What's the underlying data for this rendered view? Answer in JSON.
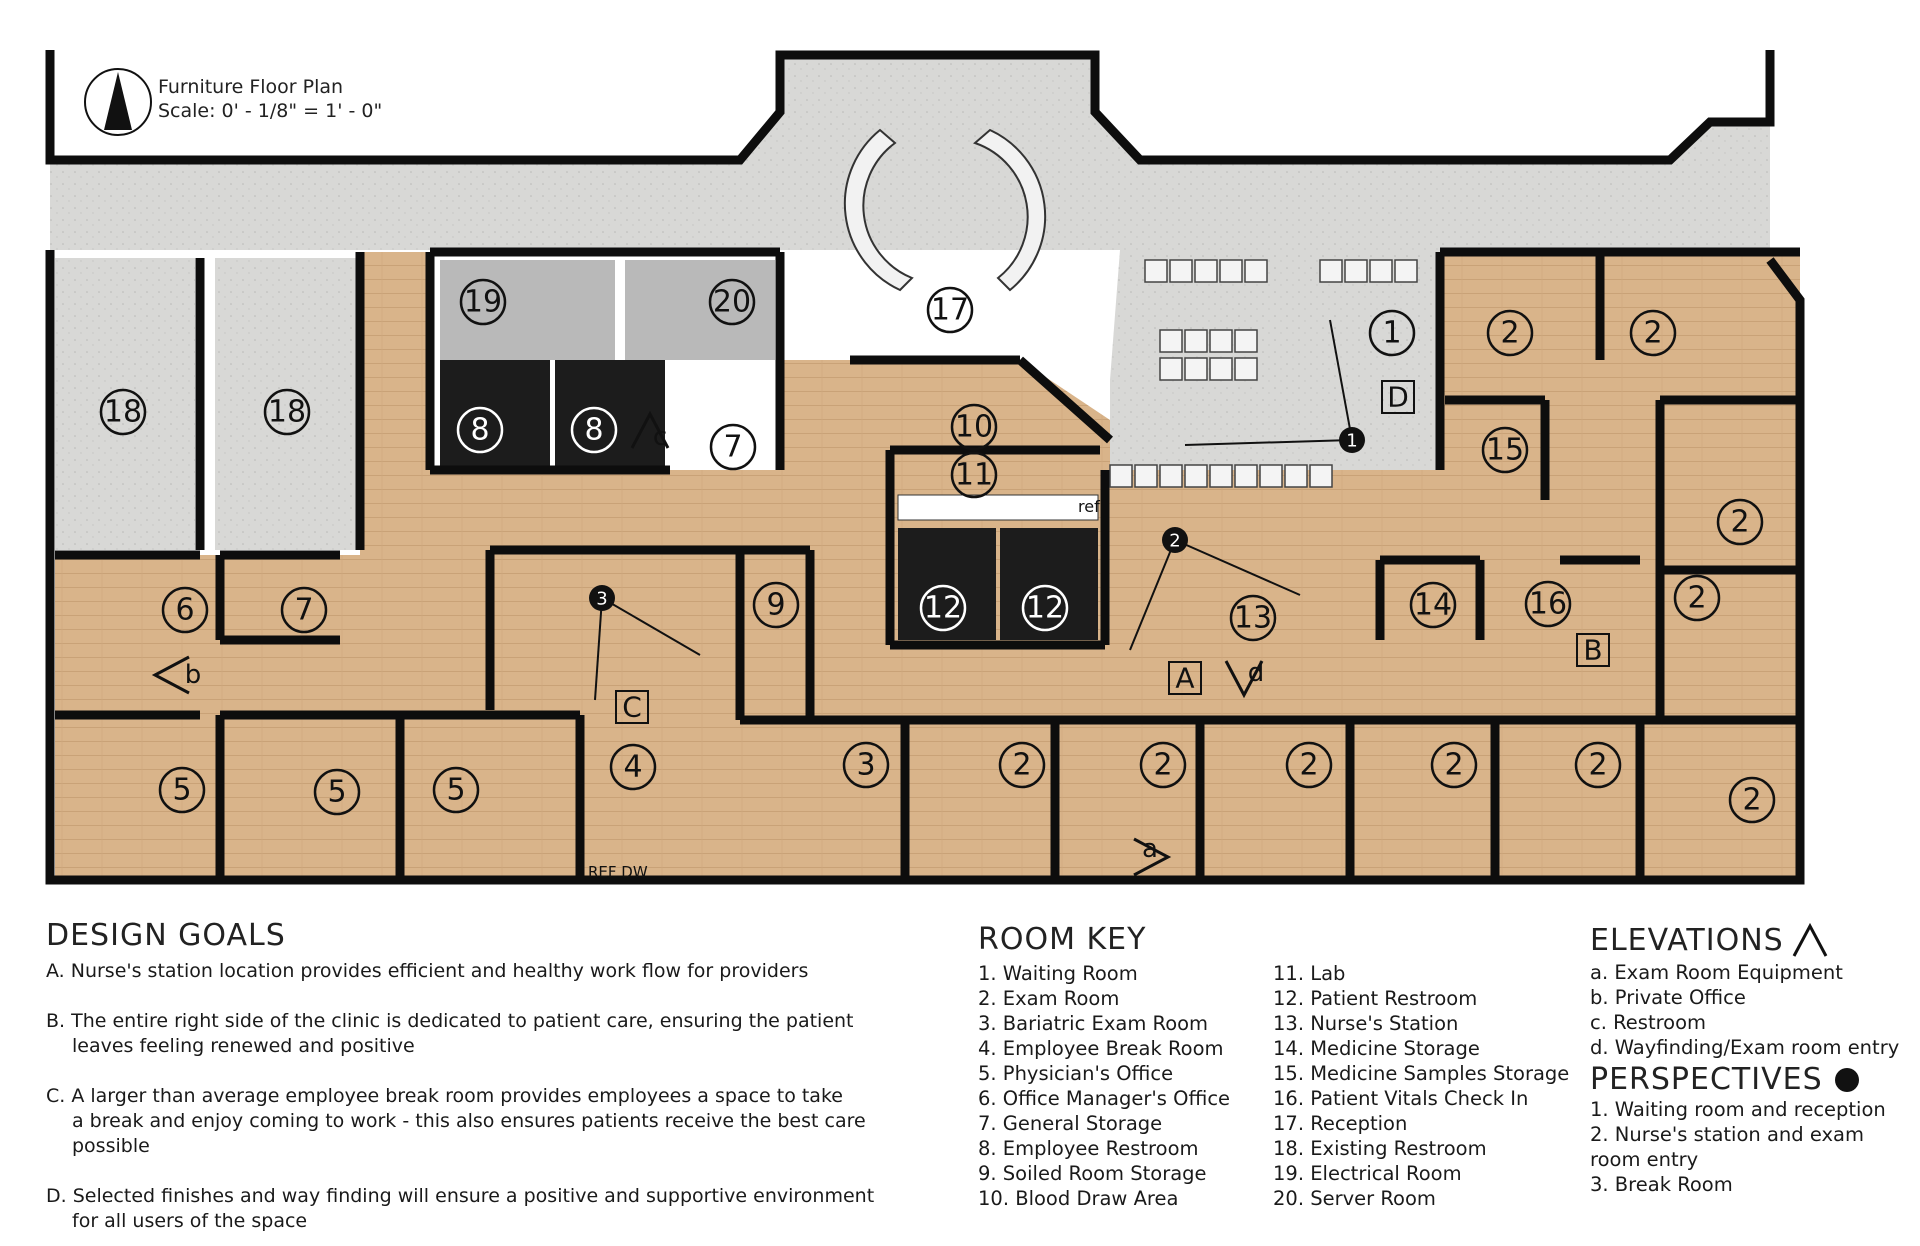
{
  "plan": {
    "title": "Furniture Floor Plan",
    "scale": "Scale: 0' - 1/8\" = 1' - 0\"",
    "fridge_label": "ref",
    "kitchen_label": "REF DW"
  },
  "colors": {
    "wood": "#d9b48a",
    "wood_line": "#c79f74",
    "stone": "#d6d6d4",
    "gray_room": "#b9b9b9",
    "dark_room": "#1c1c1c",
    "wall": "#0d0d0d"
  },
  "room_markers": [
    {
      "label": "18"
    },
    {
      "label": "18"
    },
    {
      "label": "19"
    },
    {
      "label": "20"
    },
    {
      "label": "17"
    },
    {
      "label": "1"
    },
    {
      "label": "2"
    },
    {
      "label": "2"
    },
    {
      "label": "15"
    },
    {
      "label": "2"
    },
    {
      "label": "2"
    },
    {
      "label": "2"
    },
    {
      "label": "8"
    },
    {
      "label": "8"
    },
    {
      "label": "7"
    },
    {
      "label": "10"
    },
    {
      "label": "11"
    },
    {
      "label": "12"
    },
    {
      "label": "12"
    },
    {
      "label": "13"
    },
    {
      "label": "14"
    },
    {
      "label": "16"
    },
    {
      "label": "6"
    },
    {
      "label": "7"
    },
    {
      "label": "9"
    },
    {
      "label": "5"
    },
    {
      "label": "5"
    },
    {
      "label": "5"
    },
    {
      "label": "4"
    },
    {
      "label": "3"
    },
    {
      "label": "2"
    },
    {
      "label": "2"
    },
    {
      "label": "2"
    },
    {
      "label": "2"
    },
    {
      "label": "2"
    }
  ],
  "goal_markers": [
    "D",
    "A",
    "B",
    "C"
  ],
  "elevation_markers": [
    "c",
    "b",
    "d",
    "a"
  ],
  "perspective_markers": [
    "1",
    "2",
    "3"
  ],
  "design_goals": {
    "heading": "DESIGN GOALS",
    "items": [
      {
        "line1": "A. Nurse's station location provides efficient and healthy work flow for providers",
        "line2": "",
        "line3": ""
      },
      {
        "line1": "B. The entire right side of the clinic is dedicated to patient care, ensuring the patient",
        "line2": "leaves feeling renewed and positive",
        "line3": ""
      },
      {
        "line1": "C. A larger than average employee break room provides employees a space to take",
        "line2": "a break and enjoy coming to work - this also ensures patients receive the best care",
        "line3": "possible"
      },
      {
        "line1": "D. Selected finishes and way finding will ensure a positive and supportive environment",
        "line2": "for all users of the space",
        "line3": ""
      }
    ]
  },
  "room_key": {
    "heading": "ROOM KEY",
    "col1": [
      "1. Waiting Room",
      "2. Exam Room",
      "3. Bariatric Exam Room",
      "4. Employee Break Room",
      "5. Physician's Office",
      "6. Office Manager's Office",
      "7. General Storage",
      "8. Employee Restroom",
      "9. Soiled Room Storage",
      "10. Blood Draw Area"
    ],
    "col2": [
      "11. Lab",
      "12. Patient Restroom",
      "13. Nurse's Station",
      "14. Medicine Storage",
      "15. Medicine Samples Storage",
      "16. Patient Vitals Check In",
      "17. Reception",
      "18. Existing Restroom",
      "19. Electrical Room",
      "20. Server Room"
    ]
  },
  "elevations": {
    "heading": "ELEVATIONS",
    "items": [
      "a. Exam Room Equipment",
      "b. Private Office",
      "c. Restroom",
      "d. Wayfinding/Exam room entry"
    ]
  },
  "perspectives": {
    "heading": "PERSPECTIVES",
    "items": [
      "1. Waiting room and reception",
      "2. Nurse's station and exam",
      "room entry",
      "3. Break Room"
    ]
  }
}
